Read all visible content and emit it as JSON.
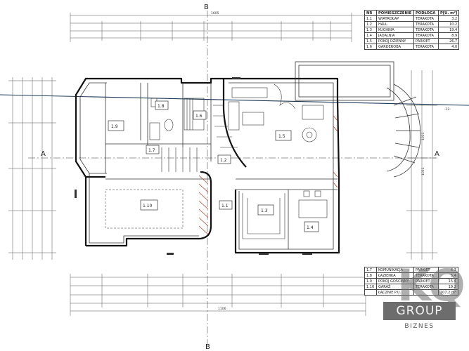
{
  "section_marks": {
    "section_letter": "A",
    "section_letter_top": "B"
  },
  "rooms_table_top": {
    "headers": {
      "num": "NR",
      "name": "POMIESZCZENIE",
      "floor": "PODŁOGA",
      "area": "P[U. m²]"
    },
    "rows": [
      {
        "num": "1.1",
        "name": "WIATROŁAP",
        "floor": "TERAKOTA",
        "area": "3.2"
      },
      {
        "num": "1.2",
        "name": "HALL",
        "floor": "TERAKOTA",
        "area": "10.2"
      },
      {
        "num": "1.3",
        "name": "KUCHNIA",
        "floor": "TERAKOTA",
        "area": "19.4"
      },
      {
        "num": "1.4",
        "name": "JADALNIA",
        "floor": "TERAKOTA",
        "area": "8.9"
      },
      {
        "num": "1.5",
        "name": "POKÓJ DZIENNY",
        "floor": "PARKIET",
        "area": "26.7"
      },
      {
        "num": "1.6",
        "name": "GARDEROBA",
        "floor": "TERAKOTA",
        "area": "4.0"
      }
    ]
  },
  "rooms_table_bottom": {
    "rows": [
      {
        "num": "1.7",
        "name": "KOMUNIKACJA",
        "floor": "PARKIET",
        "area": "6.3"
      },
      {
        "num": "1.8",
        "name": "ŁAZIENKA",
        "floor": "TERAKOTA",
        "area": "5.4"
      },
      {
        "num": "1.9",
        "name": "POKÓJ GOŚCINNY",
        "floor": "PARKIET",
        "area": "15.4"
      },
      {
        "num": "1.10",
        "name": "GARAŻ",
        "floor": "TERAKOTA",
        "area": "19.2"
      }
    ],
    "total_label": "ŁĄCZNIE P.U.",
    "total_value": "107.2 m²"
  },
  "room_labels": {
    "r11": "1.1",
    "r12": "1.2",
    "r13": "1.3",
    "r14": "1.4",
    "r15": "1.5",
    "r16": "1.6",
    "r17": "1.7",
    "r18": "1.8",
    "r19": "1.9",
    "r110": "1.10"
  },
  "plan_text": {
    "level_mark": "-12-",
    "dim_total_top": "1605",
    "dim_total_bottom": "1106",
    "dim_right_top": "1021",
    "dim_right_bot": "1021"
  },
  "logo": {
    "mark": "KQ",
    "name": "GROUP",
    "sub": "BIZNES"
  },
  "colors": {
    "logo_box": "#6d6d6d",
    "ink": "#222222",
    "accent_hatch": "#c0392b"
  }
}
